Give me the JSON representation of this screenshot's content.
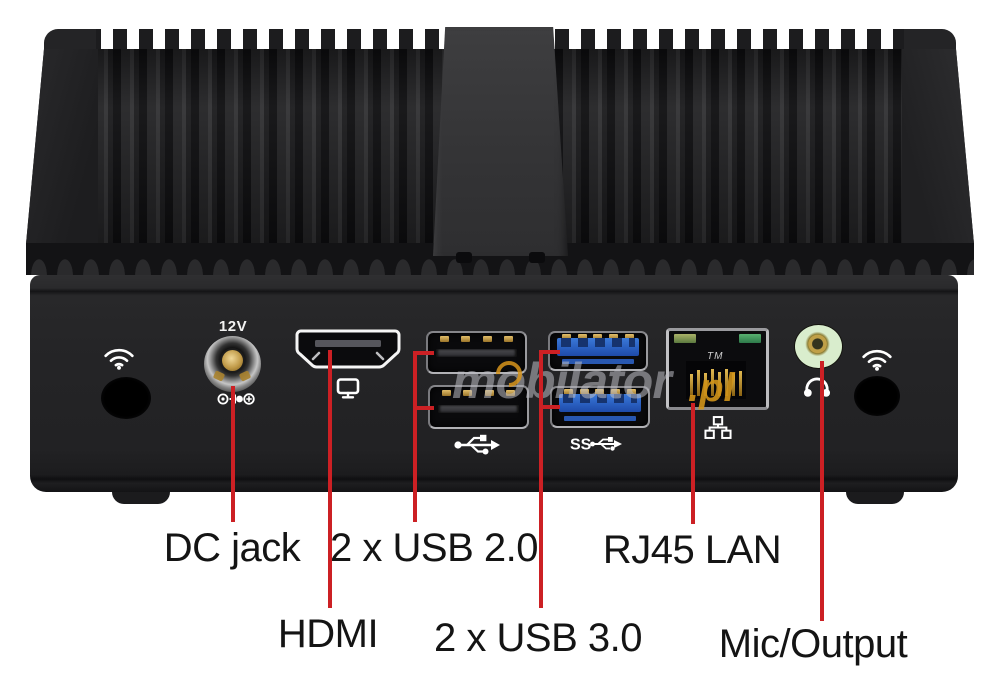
{
  "device_panel": {
    "power_voltage_label": "12V",
    "rj45_trademark": "TM",
    "usb3_speed_marking": "SS"
  },
  "watermark": {
    "brand": "mobilator",
    "domain_suffix": ".pl"
  },
  "callout_labels": {
    "dc_jack": "DC jack",
    "usb2": "2 x USB 2.0",
    "rj45": "RJ45 LAN",
    "hdmi": "HDMI",
    "usb3": "2 x USB 3.0",
    "mic_output": "Mic/Output"
  },
  "icons": [
    "wifi-icon",
    "antenna-hole",
    "dc-power-jack",
    "polarity-icon",
    "hdmi-port",
    "monitor-icon",
    "usb2-port",
    "usb-icon",
    "usb3-port",
    "ss-usb-icon",
    "rj45-port",
    "lan-icon",
    "audio-jack",
    "headphone-icon"
  ],
  "colors": {
    "annotation_line": "#cc2024",
    "label_text": "#141414",
    "usb3_blue": "#2f66c4",
    "audio_jack_green": "#cfe8c2",
    "watermark_gray": "#85858a",
    "watermark_gold": "#c8921e",
    "case_black": "#222224",
    "background": "#ffffff"
  }
}
